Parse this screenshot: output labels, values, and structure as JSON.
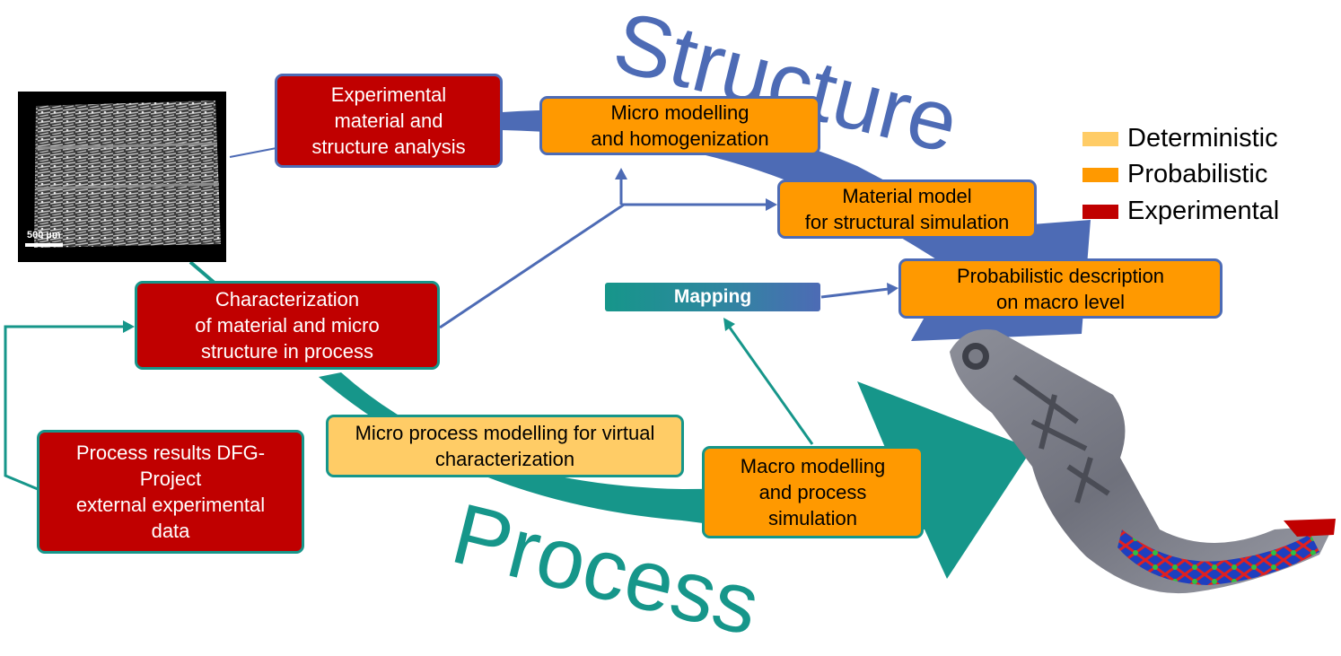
{
  "words": {
    "structure": "Structure",
    "process": "Process"
  },
  "boxes": {
    "exp_analysis": "Experimental\nmaterial and\nstructure analysis",
    "micro_modelling": "Micro modelling\nand homogenization",
    "material_model": "Material model\nfor structural simulation",
    "prob_description": "Probabilistic description\non macro level",
    "characterization": "Characterization\nof material and micro\nstructure in process",
    "micro_process": "Micro process modelling for virtual\ncharacterization",
    "macro_modelling": "Macro modelling\nand process\nsimulation",
    "process_results": "Process results DFG-\nProject\nexternal experimental\ndata",
    "mapping": "Mapping"
  },
  "micrograph": {
    "scale_label": "500 µm"
  },
  "legend": [
    {
      "label": "Deterministic",
      "color": "#ffcc66"
    },
    {
      "label": "Probabilistic",
      "color": "#ff9900"
    },
    {
      "label": "Experimental",
      "color": "#c00000"
    }
  ],
  "colors": {
    "structure_blue": "#4d6bb5",
    "process_teal": "#16968a"
  }
}
